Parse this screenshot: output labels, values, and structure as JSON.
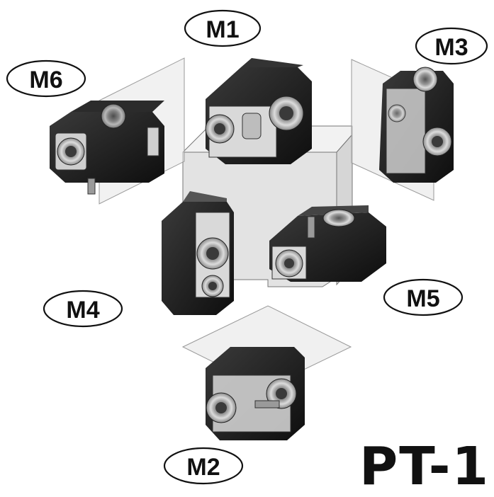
{
  "diagram": {
    "model": "PT-1",
    "positions": [
      {
        "id": "M1",
        "label": "M1"
      },
      {
        "id": "M2",
        "label": "M2"
      },
      {
        "id": "M3",
        "label": "M3"
      },
      {
        "id": "M4",
        "label": "M4"
      },
      {
        "id": "M5",
        "label": "M5"
      },
      {
        "id": "M6",
        "label": "M6"
      }
    ]
  },
  "colors": {
    "cube_front": "#e3e3e3",
    "cube_top": "#f2f2f2",
    "cube_side": "#d6d6d6",
    "plane": "#e6e6e6",
    "gearbox_body": "#1c1c1c",
    "gearbox_face": "#d9d9d9",
    "outline": "#777777"
  }
}
